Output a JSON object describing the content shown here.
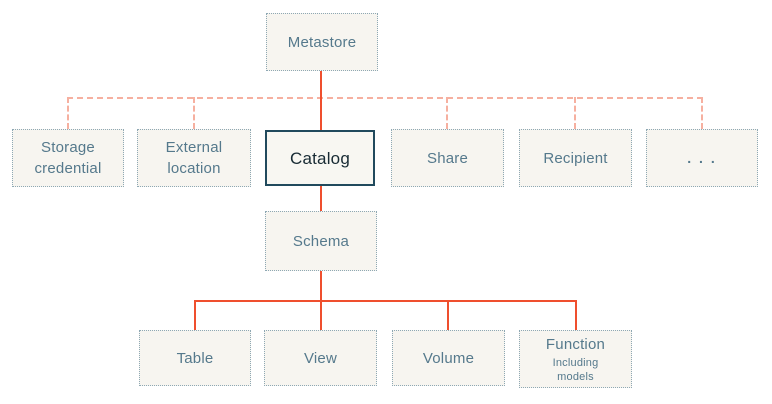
{
  "diagram": {
    "nodes": {
      "metastore": {
        "label": "Metastore"
      },
      "storage_credential": {
        "label": "Storage credential"
      },
      "external_location": {
        "label": "External location"
      },
      "catalog": {
        "label": "Catalog"
      },
      "share": {
        "label": "Share"
      },
      "recipient": {
        "label": "Recipient"
      },
      "ellipsis": {
        "label": ". . ."
      },
      "schema": {
        "label": "Schema"
      },
      "table": {
        "label": "Table"
      },
      "view": {
        "label": "View"
      },
      "volume": {
        "label": "Volume"
      },
      "function": {
        "label": "Function",
        "sublabel": "Including models"
      }
    },
    "colors": {
      "background": "#ffffff",
      "box_fill": "#f7f5f0",
      "box_border": "#8ea8b4",
      "label_text": "#55798c",
      "catalog_border": "#214a5d",
      "catalog_text": "#182b34",
      "solid_connector": "#ef4f2e",
      "dashed_connector": "#f6b0a0"
    }
  }
}
